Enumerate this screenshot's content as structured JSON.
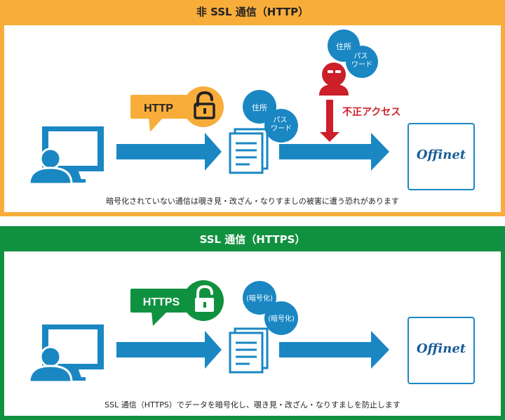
{
  "http_section": {
    "title": "非 SSL 通信（HTTP）",
    "protocol_label": "HTTP",
    "bubble_address": "住所",
    "bubble_password": "パス\nワード",
    "attacker_bubble_address": "住所",
    "attacker_bubble_password": "パス\nワード",
    "attack_label": "不正アクセス",
    "logo": "Offinet",
    "caption": "暗号化されていない通信は覗き見・改ざん・なりすましの被害に遭う恐れがあります"
  },
  "https_section": {
    "title": "SSL 通信（HTTPS）",
    "protocol_label": "HTTPS",
    "bubble_encrypted_1": "(暗号化)",
    "bubble_encrypted_2": "(暗号化)",
    "logo": "Offinet",
    "caption": "SSL 通信（HTTPS）でデータを暗号化し、覗き見・改ざん・なりすましを防止します"
  },
  "colors": {
    "http_frame": "#f8ad3b",
    "https_frame": "#10913f",
    "primary_blue": "#1a87c3",
    "attacker_red": "#cc1f2a",
    "lock_bubble_orange": "#f8ad3b",
    "lock_bubble_green": "#10913f"
  },
  "icons": [
    "computer-user-icon",
    "padlock-icon",
    "document-icon",
    "hacker-icon",
    "arrow-right-icon",
    "arrow-down-icon",
    "offinet-logo"
  ]
}
